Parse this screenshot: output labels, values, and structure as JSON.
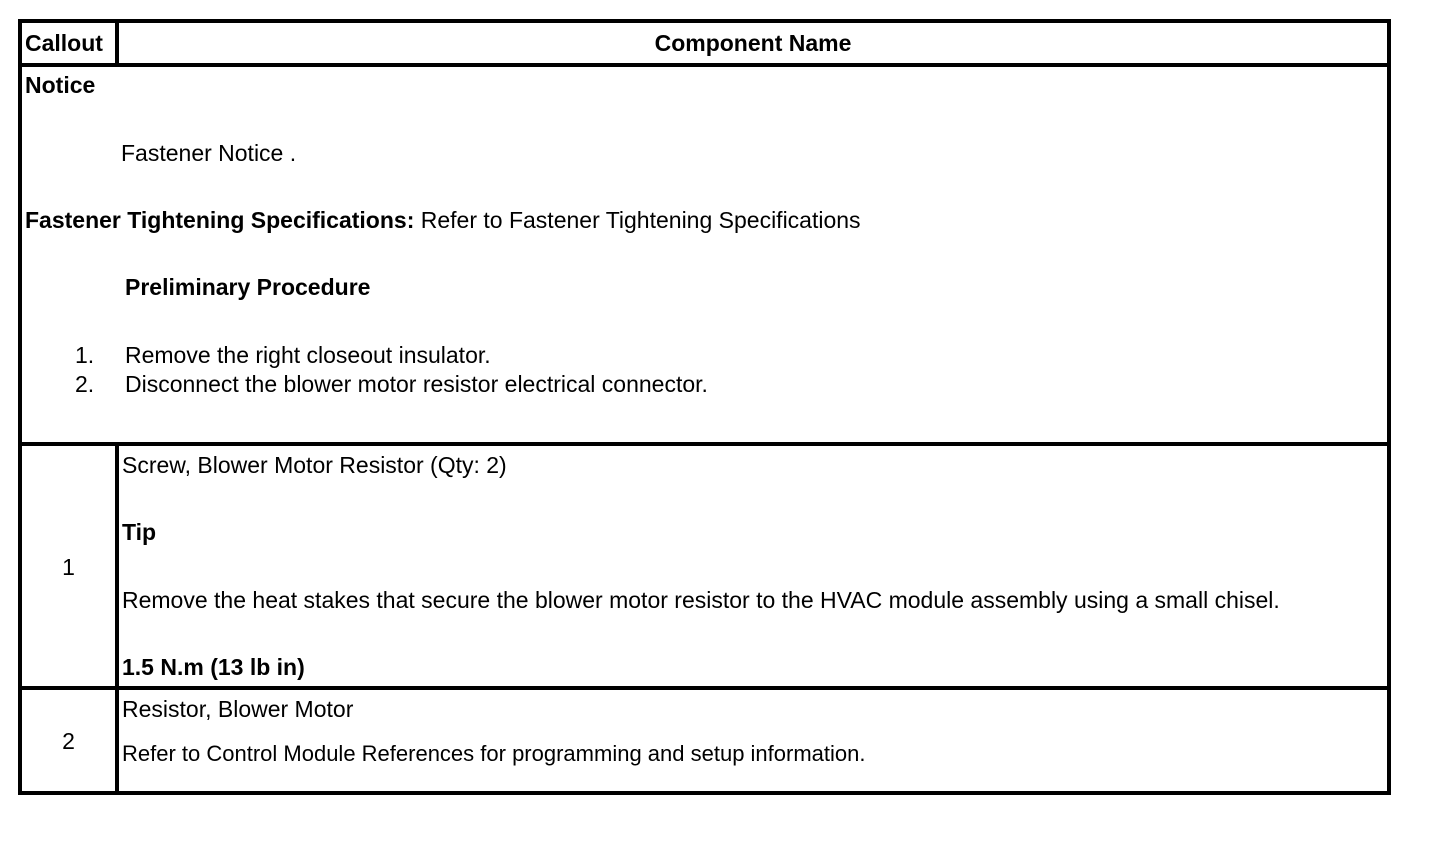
{
  "header": {
    "callout": "Callout",
    "component_name": "Component Name"
  },
  "notice": {
    "title": "Notice",
    "text": "Fastener Notice .",
    "spec_label": "Fastener Tightening Specifications:",
    "spec_text": " Refer to Fastener Tightening Specifications",
    "procedure_title": "Preliminary Procedure",
    "steps": [
      {
        "num": "1.",
        "text": "Remove the right closeout insulator."
      },
      {
        "num": "2.",
        "text": "Disconnect the blower motor resistor electrical connector."
      }
    ]
  },
  "rows": [
    {
      "callout": "1",
      "name": "Screw, Blower Motor Resistor (Qty: 2)",
      "tip_title": "Tip",
      "tip_text": "Remove the heat stakes that secure the blower motor resistor to the HVAC module assembly using a small chisel.",
      "torque": "1.5 N.m (13 lb in)"
    },
    {
      "callout": "2",
      "name": "Resistor, Blower Motor",
      "note": "Refer to Control Module References for programming and setup information."
    }
  ]
}
